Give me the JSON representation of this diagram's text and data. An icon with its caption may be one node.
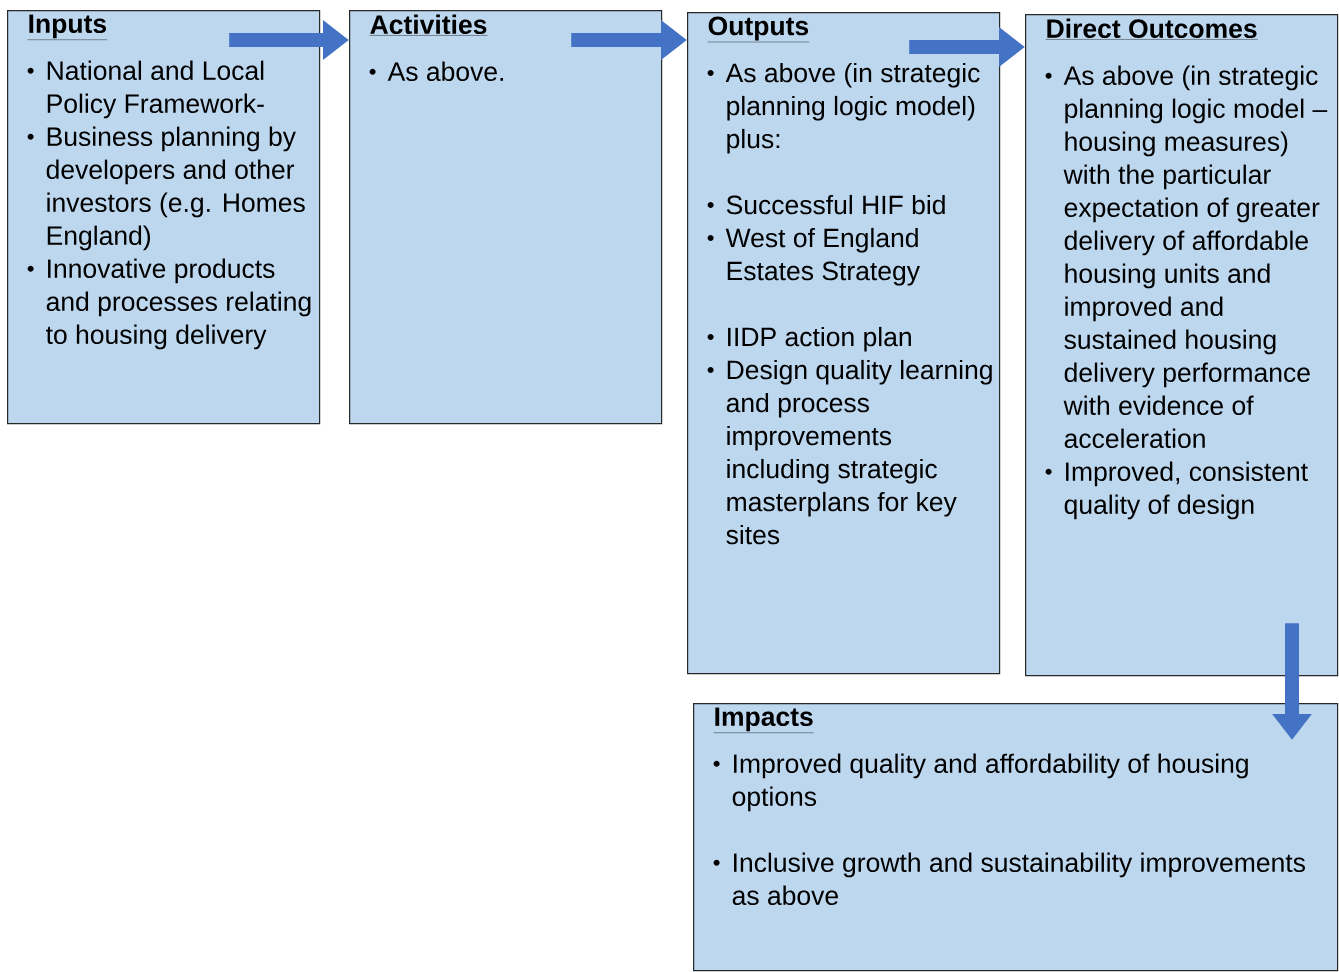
{
  "diagram": {
    "nodes": [
      {
        "text": [
          "Inputs",
          "National and Local Policy Framework-",
          "Business planning by developers and other investors (e.g. Homes England)",
          "Innovative products and processes relating to housing delivery"
        ]
      },
      {
        "text": [
          "Activities",
          "As above."
        ]
      },
      {
        "text": [
          "Outputs",
          "As above (in strategic planning logic model) plus:",
          "Successful HIF bid",
          "West of England Estates Strategy",
          "IIDP action plan",
          "Design quality learning and process improvements including strategic masterplans for key sites"
        ]
      },
      {
        "text": [
          "Direct Outcomes",
          "As above (in strategic planning logic model – housing measures) with the particular expectation of greater delivery of affordable housing units and improved and sustained housing delivery performance with evidence of acceleration",
          "Improved, consistent quality of design"
        ]
      },
      {
        "text": [
          "Impacts",
          "Improved quality and affordability of housing options",
          "Inclusive growth and sustainability improvements as above"
        ]
      }
    ],
    "edges": [
      {
        "from": 0,
        "to": 1,
        "arrow": "to"
      },
      {
        "from": 1,
        "to": 2,
        "arrow": "to"
      },
      {
        "from": 2,
        "to": 3,
        "arrow": "to"
      },
      {
        "from": 3,
        "to": 4,
        "arrow": "to"
      }
    ]
  }
}
